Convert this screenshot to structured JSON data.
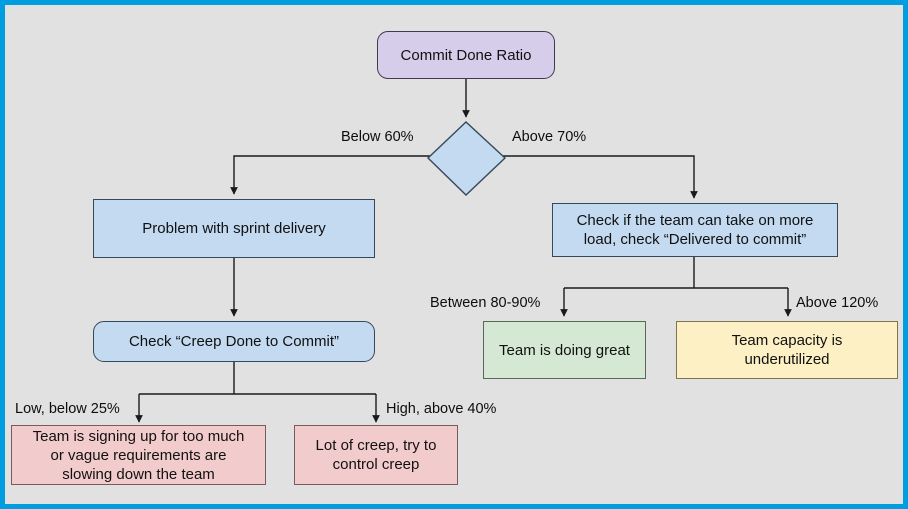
{
  "diagram": {
    "title": "Commit Done Ratio decision flowchart",
    "canvas_bg": "#e1e1e1",
    "frame_color": "#009ee0",
    "nodes": {
      "root": {
        "label": "Commit Done Ratio",
        "shape": "rounded-rect",
        "fill": "#d5cdea"
      },
      "decision": {
        "label": "",
        "shape": "diamond",
        "fill": "#c3daf1"
      },
      "problem_sprint": {
        "label": "Problem with sprint delivery",
        "shape": "rect",
        "fill": "#c3daf1"
      },
      "check_more_load": {
        "label": "Check if the team can take on more load, check “Delivered to commit”",
        "line1": "Check if the team can take on more",
        "line2": "load, check “Delivered to commit”",
        "shape": "rect",
        "fill": "#c3daf1"
      },
      "check_creep": {
        "label": "Check “Creep Done to Commit”",
        "shape": "rounded-rect",
        "fill": "#c3daf1"
      },
      "doing_great": {
        "label": "Team is doing great",
        "shape": "rect",
        "fill": "#d5e8d4"
      },
      "underutilized": {
        "label": "Team capacity is underutilized",
        "line1": "Team capacity is",
        "line2": "underutilized",
        "shape": "rect",
        "fill": "#fdf0c5"
      },
      "signing_up_too_much": {
        "label": "Team is signing up for too much or vague requirements are slowing down the team",
        "line1": "Team is signing up for too much",
        "line2": "or vague requirements are",
        "line3": "slowing down the team",
        "shape": "rect",
        "fill": "#f2cccc"
      },
      "lot_of_creep": {
        "label": "Lot of creep, try to control creep",
        "line1": "Lot of creep, try to",
        "line2": "control creep",
        "shape": "rect",
        "fill": "#f2cccc"
      }
    },
    "edge_labels": {
      "below_60": "Below 60%",
      "above_70": "Above 70%",
      "between_80_90": "Between 80-90%",
      "above_120": "Above 120%",
      "low_below_25": "Low, below 25%",
      "high_above_40": "High, above 40%"
    }
  }
}
